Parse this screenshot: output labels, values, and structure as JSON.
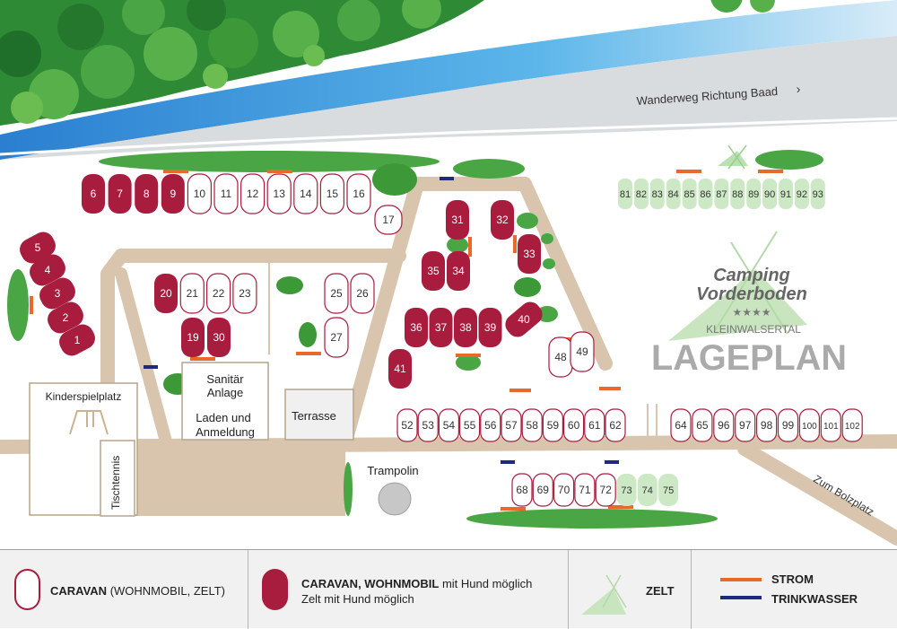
{
  "map": {
    "trail_label": "Wanderweg Richtung Baad",
    "bolzplatz_label": "Zum Bolzplatz",
    "logo_line1": "Camping",
    "logo_line2": "Vorderboden",
    "logo_stars": "★★★★",
    "logo_region": "KLEINWALSERTAL",
    "title": "LAGEPLAN",
    "areas": {
      "kinderspielplatz": "Kinderspielplatz",
      "tischtennis": "Tischtennis",
      "trampolin": "Trampolin",
      "sanitaer_line1": "Sanitär",
      "sanitaer_line2": "Anlage",
      "laden_line1": "Laden und",
      "laden_line2": "Anmeldung",
      "terrasse": "Terrasse"
    },
    "pitches": {
      "dog_allowed": [
        "1",
        "2",
        "3",
        "4",
        "5",
        "6",
        "7",
        "8",
        "9",
        "19",
        "20",
        "30",
        "31",
        "32",
        "33",
        "34",
        "35",
        "36",
        "37",
        "38",
        "39",
        "40",
        "41"
      ],
      "caravan": [
        "10",
        "11",
        "12",
        "13",
        "14",
        "15",
        "16",
        "17",
        "21",
        "22",
        "23",
        "25",
        "26",
        "27",
        "48",
        "49",
        "52",
        "53",
        "54",
        "55",
        "56",
        "57",
        "58",
        "59",
        "60",
        "61",
        "62",
        "64",
        "65",
        "96",
        "97",
        "98",
        "99",
        "100",
        "101",
        "102",
        "68",
        "69",
        "70",
        "71",
        "72"
      ],
      "tent": [
        "81",
        "82",
        "83",
        "84",
        "85",
        "86",
        "87",
        "88",
        "89",
        "90",
        "91",
        "92",
        "93",
        "73",
        "74",
        "75"
      ]
    }
  },
  "legend": {
    "caravan_bold": "CARAVAN",
    "caravan_rest": " (WOHNMOBIL, ZELT)",
    "dog_bold": "CARAVAN, WOHNMOBIL",
    "dog_rest": " mit Hund möglich",
    "dog_line2": "Zelt mit Hund möglich",
    "tent": "ZELT",
    "power": "STROM",
    "water": "TRINKWASSER"
  },
  "colors": {
    "dog_pitch": "#a81c3e",
    "caravan_border": "#a81c3e",
    "tent_pitch": "#cde8c4",
    "power": "#e8692b",
    "water": "#1f2a7c",
    "road": "#d9c5ad",
    "river": "#4aa6e0",
    "trees": "#3f9a3c"
  }
}
